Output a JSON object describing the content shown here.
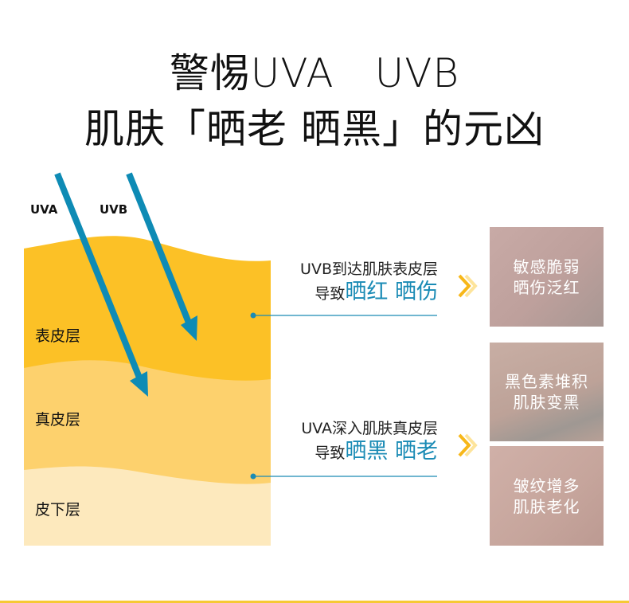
{
  "title": {
    "line1": "警惕UVA　UVB",
    "line2": "肌肤「晒老 晒黑」的元凶"
  },
  "rays": {
    "uva_label": "UVA",
    "uvb_label": "UVB",
    "color": "#0e8bb5"
  },
  "layers": [
    {
      "label": "表皮层",
      "color": "#fcc126"
    },
    {
      "label": "真皮层",
      "color": "#fdd16d"
    },
    {
      "label": "皮下层",
      "color": "#fde9bd"
    }
  ],
  "effects": [
    {
      "line1": "UVB到达肌肤表皮层",
      "prefix": "导致",
      "highlight": "晒红 晒伤",
      "photo_caption_1": "敏感脆弱",
      "photo_caption_2": "晒伤泛红"
    },
    {
      "line1": "UVA深入肌肤真皮层",
      "prefix": "导致",
      "highlight": "晒黑 晒老",
      "photo_caption_1": "黑色素堆积",
      "photo_caption_2": "肌肤变黑"
    }
  ],
  "extra_photo": {
    "caption_1": "皱纹增多",
    "caption_2": "肌肤老化"
  },
  "colors": {
    "accent_blue": "#1a8bb5",
    "chevron_dark": "#f7b719",
    "chevron_light": "#fde49b",
    "bottom_rule": "#f6c935"
  }
}
